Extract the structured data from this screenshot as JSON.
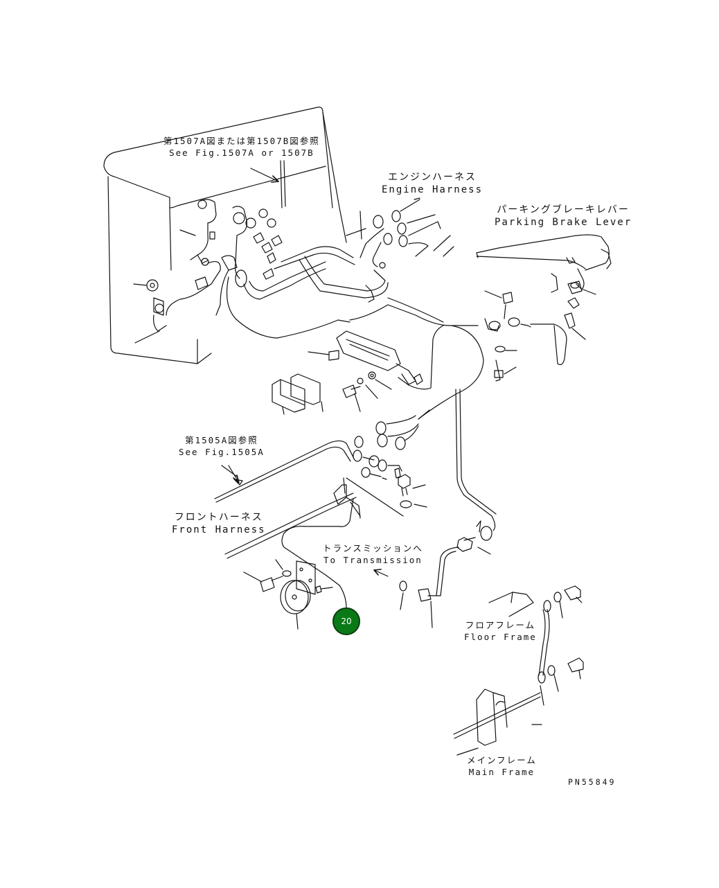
{
  "labels": {
    "fig_1507": {
      "jp": "第1507A図または第1507B図参照",
      "en": "See Fig.1507A or 1507B"
    },
    "engine_harness": {
      "jp": "エンジンハーネス",
      "en": "Engine Harness"
    },
    "parking_brake_lever": {
      "jp": "パーキングブレーキレバー",
      "en": "Parking Brake Lever"
    },
    "fig_1505": {
      "jp": "第1505A図参照",
      "en": "See Fig.1505A"
    },
    "front_harness": {
      "jp": "フロントハーネス",
      "en": "Front Harness"
    },
    "to_transmission": {
      "jp": "トランスミッションへ",
      "en": "To Transmission"
    },
    "floor_frame": {
      "jp": "フロアフレーム",
      "en": "Floor Frame"
    },
    "main_frame": {
      "jp": "メインフレーム",
      "en": "Main Frame"
    }
  },
  "callouts": [
    {
      "number": "20",
      "color": "#0a7a16"
    }
  ],
  "figure_number": "PN55849"
}
